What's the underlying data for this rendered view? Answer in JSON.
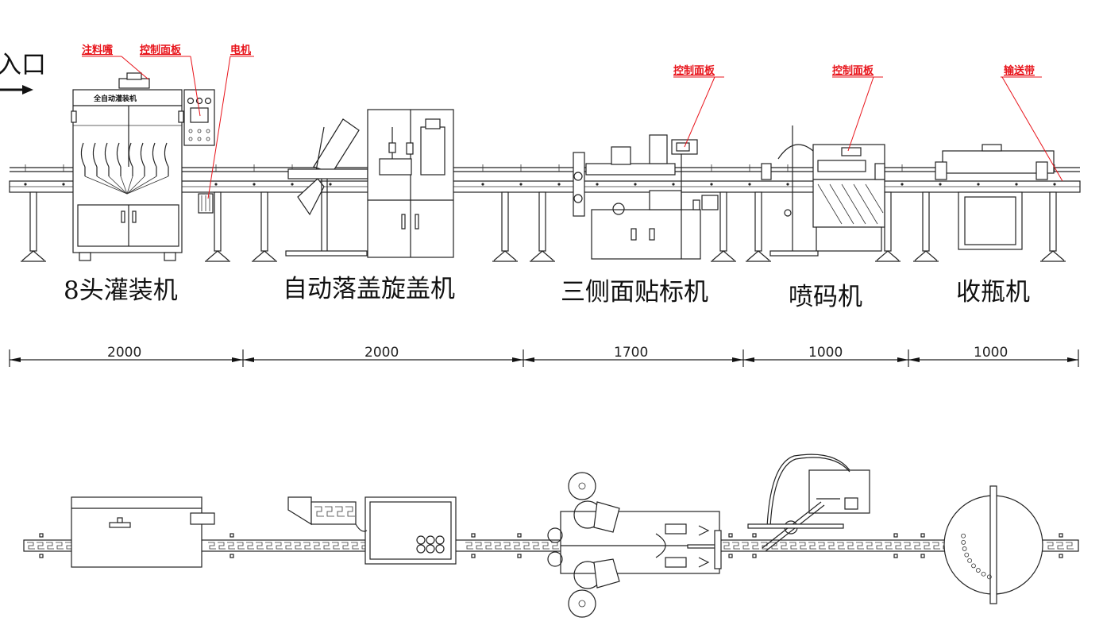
{
  "entry_label": "入口",
  "callouts": {
    "filling_nozzle": "注料嘴",
    "control_panel_1": "控制面板",
    "motor": "电机",
    "control_panel_2": "控制面板",
    "control_panel_3": "控制面板",
    "conveyor_belt": "输送带"
  },
  "filler_plate": "全自动灌装机",
  "machines": [
    "8头灌装机",
    "自动落盖旋盖机",
    "三侧面贴标机",
    "喷码机",
    "收瓶机"
  ],
  "dimensions": [
    "2000",
    "2000",
    "1700",
    "1000",
    "1000"
  ],
  "colors": {
    "callout": "#e8141b",
    "line": "#222222"
  }
}
